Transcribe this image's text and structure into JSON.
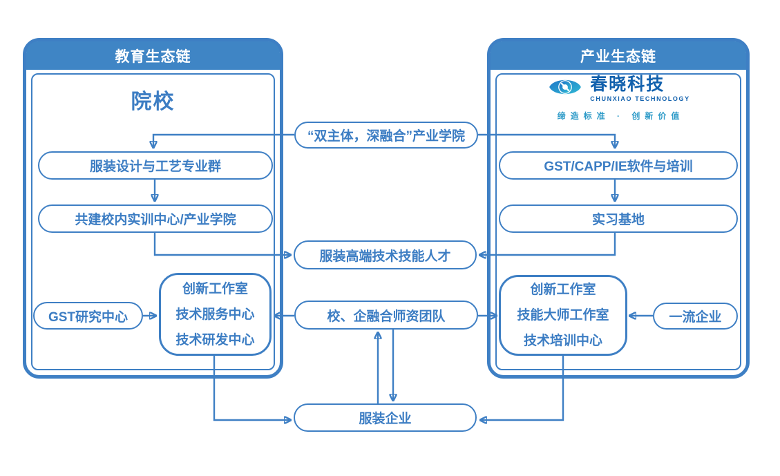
{
  "colors": {
    "primary_blue": "#3E7FC4",
    "header_fill": "#3F85C5",
    "logo_dark_blue": "#1261AD",
    "logo_teal": "#30B8D4",
    "tagline_color": "#2E9BC8"
  },
  "left_panel": {
    "header": "教育生态链",
    "title": "院校",
    "nodes": {
      "majors": "服装设计与工艺专业群",
      "training_center": "共建校内实训中心/产业学院",
      "gst_research": "GST研究中心",
      "studio_lines": [
        "创新工作室",
        "技术服务中心",
        "技术研发中心"
      ]
    }
  },
  "right_panel": {
    "header": "产业生态链",
    "logo": {
      "name": "春晓科技",
      "subtitle": "CHUNXIAO TECHNOLOGY",
      "tagline": "缔造标准 · 创新价值"
    },
    "nodes": {
      "software": "GST/CAPP/IE软件与培训",
      "internship": "实习基地",
      "first_class": "一流企业",
      "studio_lines": [
        "创新工作室",
        "技能大师工作室",
        "技术培训中心"
      ]
    }
  },
  "center": {
    "industry_college": "“双主体，深融合”产业学院",
    "talent": "服装高端技术技能人才",
    "faculty": "校、企融合师资团队",
    "garment_enterprise": "服装企业"
  }
}
